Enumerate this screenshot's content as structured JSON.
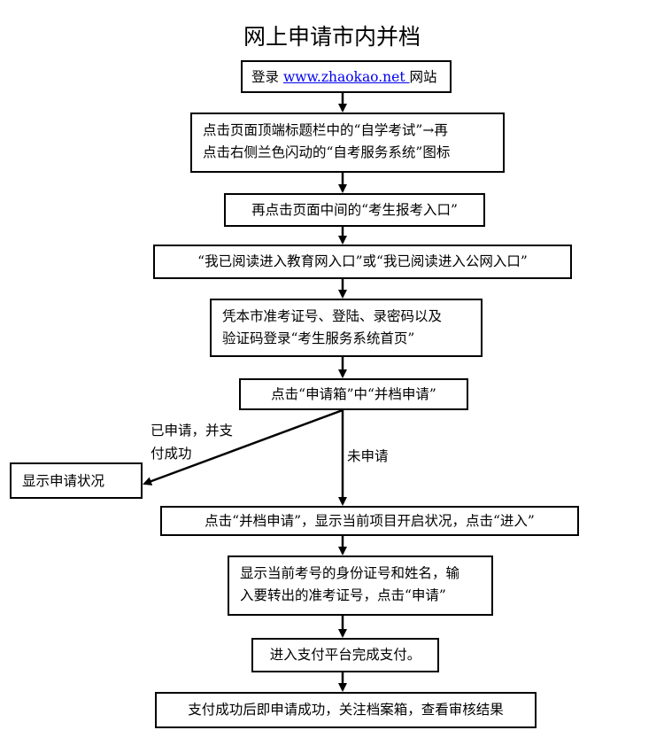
{
  "title": "网上申请市内并档",
  "steps": {
    "login_prefix": "登录 ",
    "login_link": "www.zhaokao.net ",
    "login_suffix": "网站",
    "step2_line1": "点击页面顶端标题栏中的“自学考试”→再",
    "step2_line2": "点击右侧兰色闪动的“自考服务系统”图标",
    "step3": "再点击页面中间的“考生报考入口”",
    "step4": "“我已阅读进入教育网入口”或“我已阅读进入公网入口”",
    "step5_line1": "凭本市准考证号、登陆、录密码以及",
    "step5_line2": "验证码登录“考生服务系统首页”",
    "step6": "点击“申请箱”中“并档申请”",
    "branch_applied_line1": "已申请，并支",
    "branch_applied_line2": "付成功",
    "show_status": "显示申请状况",
    "branch_not_applied": "未申请",
    "step7": "点击“并档申请”，显示当前项目开启状况，点击“进入”",
    "step8_line1": "显示当前考号的身份证号和姓名，输",
    "step8_line2": "入要转出的准考证号，点击“申请”",
    "step9": "进入支付平台完成支付。",
    "step10": "支付成功后即申请成功，关注档案箱，查看审核结果"
  }
}
